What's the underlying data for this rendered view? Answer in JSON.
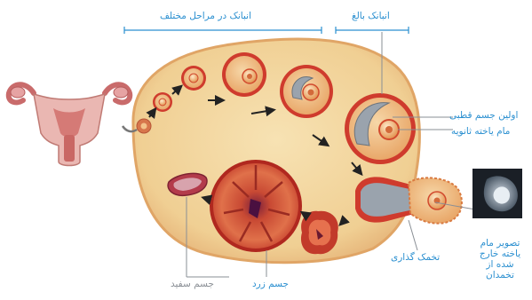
{
  "labels": {
    "stages": "انبانک در مراحل مختلف",
    "mature_follicle": "انبانک بالغ",
    "first_polar_body": "اولین جسم قطبی",
    "secondary_oocyte": "مام یاخته ثانویه",
    "oocyte_photo": "تصویر مام یاخته خارج شده از تخمدان",
    "ovulation": "تخمک گذاری",
    "corpus_luteum": "جسم زرد",
    "corpus_albicans": "جسم سفید"
  },
  "colors": {
    "label_blue": "#2a8fd0",
    "label_gray": "#8a8f95",
    "ovary_fill": "#f3d39a",
    "ovary_edge": "#e4a96e",
    "follicle_red": "#c9332b",
    "arrow": "#222222"
  }
}
